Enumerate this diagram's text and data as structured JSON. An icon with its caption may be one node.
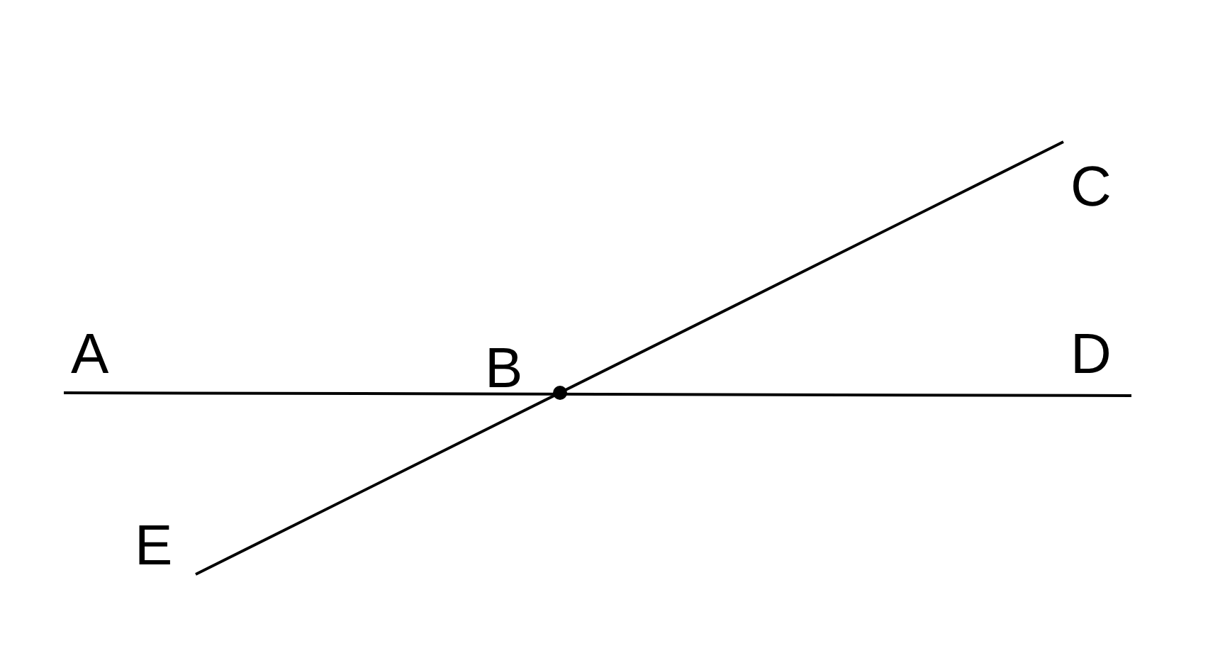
{
  "diagram": {
    "labels": [
      "C",
      "A",
      "B",
      "D",
      "E"
    ]
  }
}
